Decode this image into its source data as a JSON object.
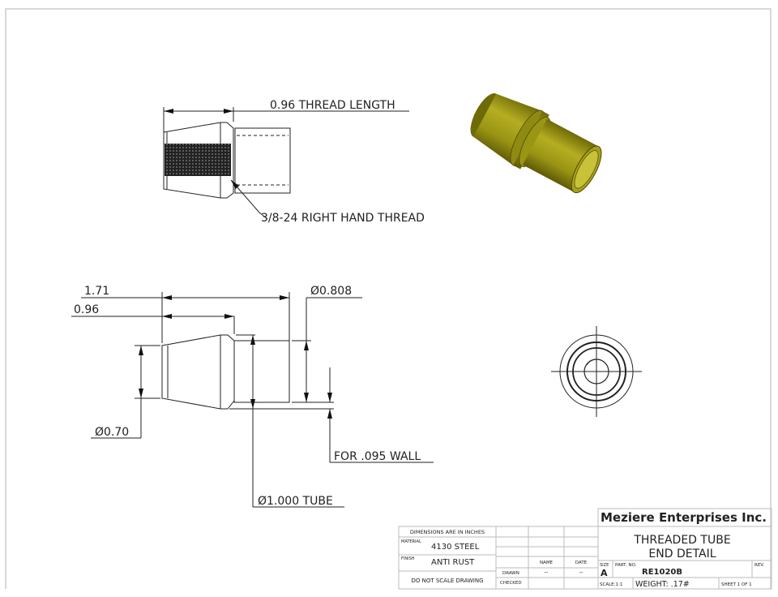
{
  "drawing": {
    "top_view": {
      "thread_length_label": "0.96 THREAD LENGTH",
      "thread_spec_label": "3/8-24 RIGHT HAND THREAD"
    },
    "side_view": {
      "overall_length": "1.71",
      "thread_length": "0.96",
      "small_diameter": "Ø0.70",
      "tube_od_fit": "Ø0.808",
      "tube_label": "Ø1.000 TUBE",
      "wall_label": "FOR .095 WALL"
    },
    "model_color": "#a8a21a"
  },
  "title_block": {
    "company": "Meziere Enterprises Inc.",
    "title_line1": "THREADED TUBE",
    "title_line2": "END DETAIL",
    "dimensions_note": "DIMENSIONS ARE IN INCHES",
    "material_label": "MATERIAL",
    "material_value": "4130 STEEL",
    "finish_label": "FINISH",
    "finish_value": "ANTI RUST",
    "scale_note": "DO NOT SCALE DRAWING",
    "name_header": "NAME",
    "date_header": "DATE",
    "drawn_label": "DRAWN",
    "drawn_name": "--",
    "drawn_date": "--",
    "checked_label": "CHECKED",
    "size_label": "SIZE",
    "size_value": "A",
    "part_no_label": "PART. NO.",
    "part_no_value": "RE1020B",
    "rev_label": "REV.",
    "scale_label": "SCALE:1:1",
    "weight": "WEIGHT: .17#",
    "sheet": "SHEET 1 OF 1"
  }
}
